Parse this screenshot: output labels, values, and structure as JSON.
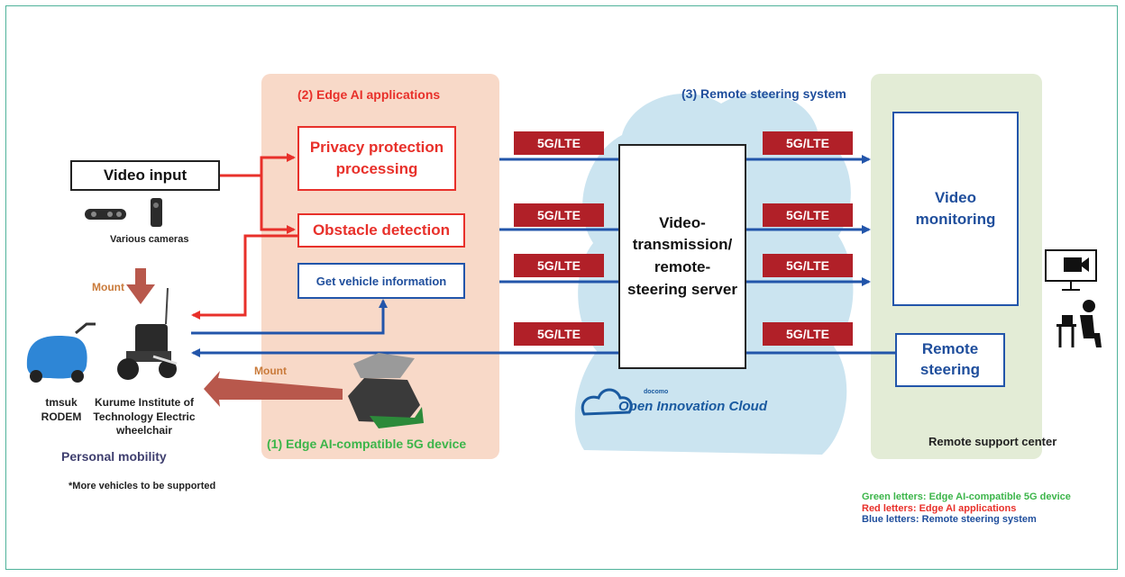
{
  "labels": {
    "edge_ai_apps": "(2) Edge AI applications",
    "remote_steering_system": "(3) Remote steering system",
    "edge_device": "(1) Edge AI-compatible 5G device",
    "remote_support_center": "Remote support center",
    "video_input": "Video input",
    "various_cameras": "Various cameras",
    "mount_top": "Mount",
    "mount_bottom": "Mount",
    "privacy": "Privacy protection processing",
    "obstacle": "Obstacle detection",
    "vehicle_info": "Get vehicle information",
    "server": "Video-transmission/ remote-steering server",
    "video_monitoring": "Video monitoring",
    "remote_steering": "Remote steering",
    "tmsuk": "tmsuk RODEM",
    "kurume": "Kurume Institute of Technology Electric wheelchair",
    "personal_mobility": "Personal mobility",
    "more_vehicles": "*More vehicles to be supported",
    "cloud_brand_small": "docomo",
    "cloud_brand": "Open Innovation Cloud",
    "network_tag": "5G/LTE"
  },
  "legend": [
    {
      "text": "Green letters: Edge AI-compatible 5G device",
      "color": "#3cb54a"
    },
    {
      "text": "Red letters: Edge AI applications",
      "color": "#e8302a"
    },
    {
      "text": "Blue letters: Remote steering system",
      "color": "#1f4e9c"
    }
  ],
  "colors": {
    "red": "#e8302a",
    "blue": "#2255aa",
    "green": "#3cb54a",
    "tag": "#b12028",
    "mount": "#b8584c"
  }
}
